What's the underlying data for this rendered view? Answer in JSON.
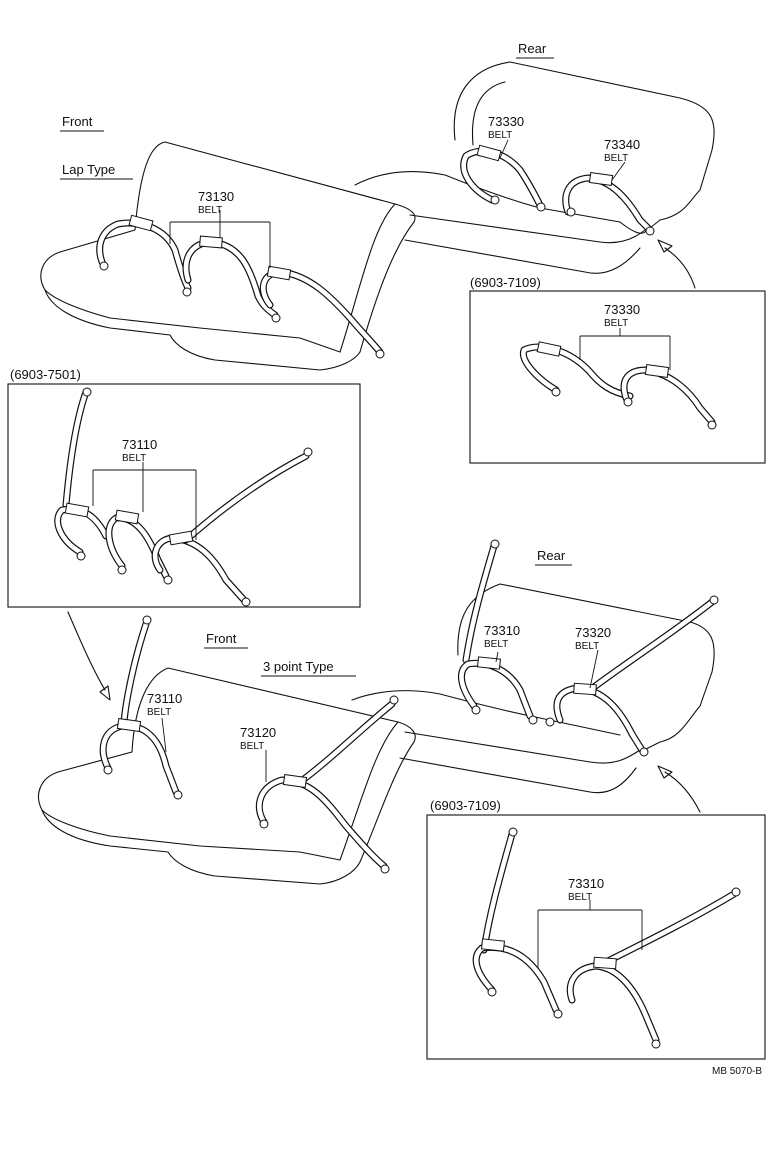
{
  "labels": {
    "rear_top": "Rear",
    "front_top": "Front",
    "lap_type": "Lap Type",
    "rear_bottom": "Rear",
    "front_bottom": "Front",
    "three_point_type": "3 point  Type",
    "code": "MB 5070-B"
  },
  "callouts": {
    "c73130": {
      "part": "73130",
      "name": "BELT"
    },
    "c73330_top": {
      "part": "73330",
      "name": "BELT"
    },
    "c73340": {
      "part": "73340",
      "name": "BELT"
    },
    "c73330_box": {
      "part": "73330",
      "name": "BELT"
    },
    "c73110_box": {
      "part": "73110",
      "name": "BELT"
    },
    "c73110_front": {
      "part": "73110",
      "name": "BELT"
    },
    "c73120": {
      "part": "73120",
      "name": "BELT"
    },
    "c73310_rear": {
      "part": "73310",
      "name": "BELT"
    },
    "c73320": {
      "part": "73320",
      "name": "BELT"
    },
    "c73310_box": {
      "part": "73310",
      "name": "BELT"
    }
  },
  "insets": {
    "rear_lap_inset": "(6903-7109)",
    "front_lap_inset": "(6903-7501)",
    "rear_3pt_inset": "(6903-7109)"
  }
}
